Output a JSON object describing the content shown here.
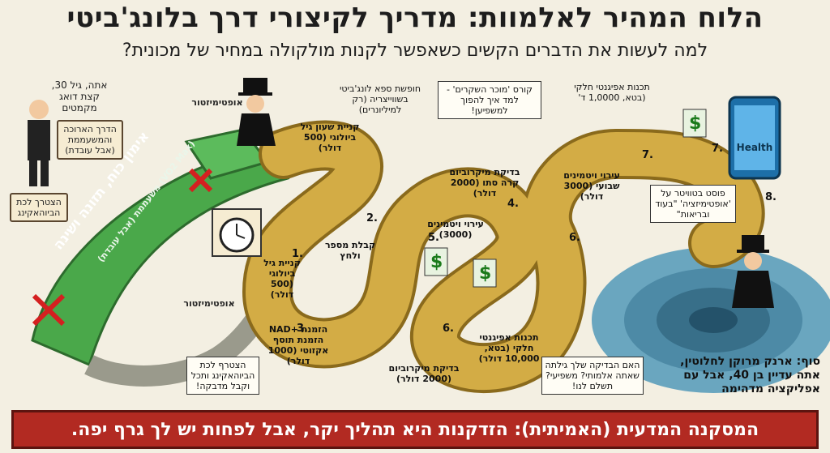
{
  "title": "הלוח המהיר לאלמוות: מדריך לקיצורי דרך בלונג'ביטי",
  "subtitle": "למה לעשות את הדברים הקשים כשאפשר לקנות מולקולה במחיר של מכונית?",
  "left_notes": {
    "man_label": "אתה, גיל 30, קצת דואג מקמטים",
    "hard_path_sign": "הדרך הארוכה והמשעממת (אבל עובדת)",
    "must_sign": "הצטרך לכת הביוהאקינג",
    "optimizer_tag": "אופטימיזטור",
    "optimizer_tag2": "אופטימיזטור"
  },
  "green_path": {
    "line1": "אימון כוח, תזונה ושינה",
    "line2": "(VO2 Max) משעממת (אבל עובדת)"
  },
  "board_notes": {
    "cult_note": "הצטרף לכת הביוהאקינג ותכל וקבל מדבקה!",
    "course_note": "קורס 'מוכר השקרים' - למד איך להפוך למשפיען!",
    "vacation_note": "חופשת ספא לונג'ביטי בשווייצריה (רק למיליונרים)",
    "epigenetic_note": "תכנות אפיגנטי חלקי (בטא, 1,0000 ד'",
    "post_note": "פוסט בטוויטר על 'אופטימיזציה' \"בעוד ובריאות\"",
    "test_note": "האם הבדיקה שלך גילתה שאתה אלמותי? משפיעי? תשלם לנו!"
  },
  "spaces": {
    "s1": "קניית גיל ביולוגי (500 דולר)",
    "s1b": "קניית שעון גיל ביולוגי (500 דולר)",
    "s2": "קבלת מספר ולחץ",
    "s3": "הזמנת +NAD הזמנת תוסף אקזוטי (1000 דולר)",
    "s3b": "בדיקת מיקרוביום (2000 דולר)",
    "s4": "בדיקת מיקרוביום קרה סתו (2000 דולר)",
    "s5": "עירוי ויטמינים (3000)",
    "s6": "תכנות אפיגנטי חלקי (בטא, 10,000 דולר)",
    "s6b": "עירוי ויטמינים שבועי (3000 דולר)"
  },
  "numbers": [
    "1.",
    "2.",
    "3.",
    "4.",
    "5.",
    "6.",
    "6.",
    "7.",
    "7.",
    "8."
  ],
  "health_label": "Health",
  "finale": "סוף: ארנק מרוקן לחלוטין, אתה עדיין בן 40, אבל עם אפליקציה מדהימה",
  "banner": "המסקנה המדעית (האמיתית): הזדקנות היא תהליך יקר, אבל לפחות יש לך גרף יפה.",
  "colors": {
    "board": "#c9a13a",
    "green_path": "#4aa84a",
    "banner": "#b22a22",
    "water": "#5fa0b8"
  }
}
